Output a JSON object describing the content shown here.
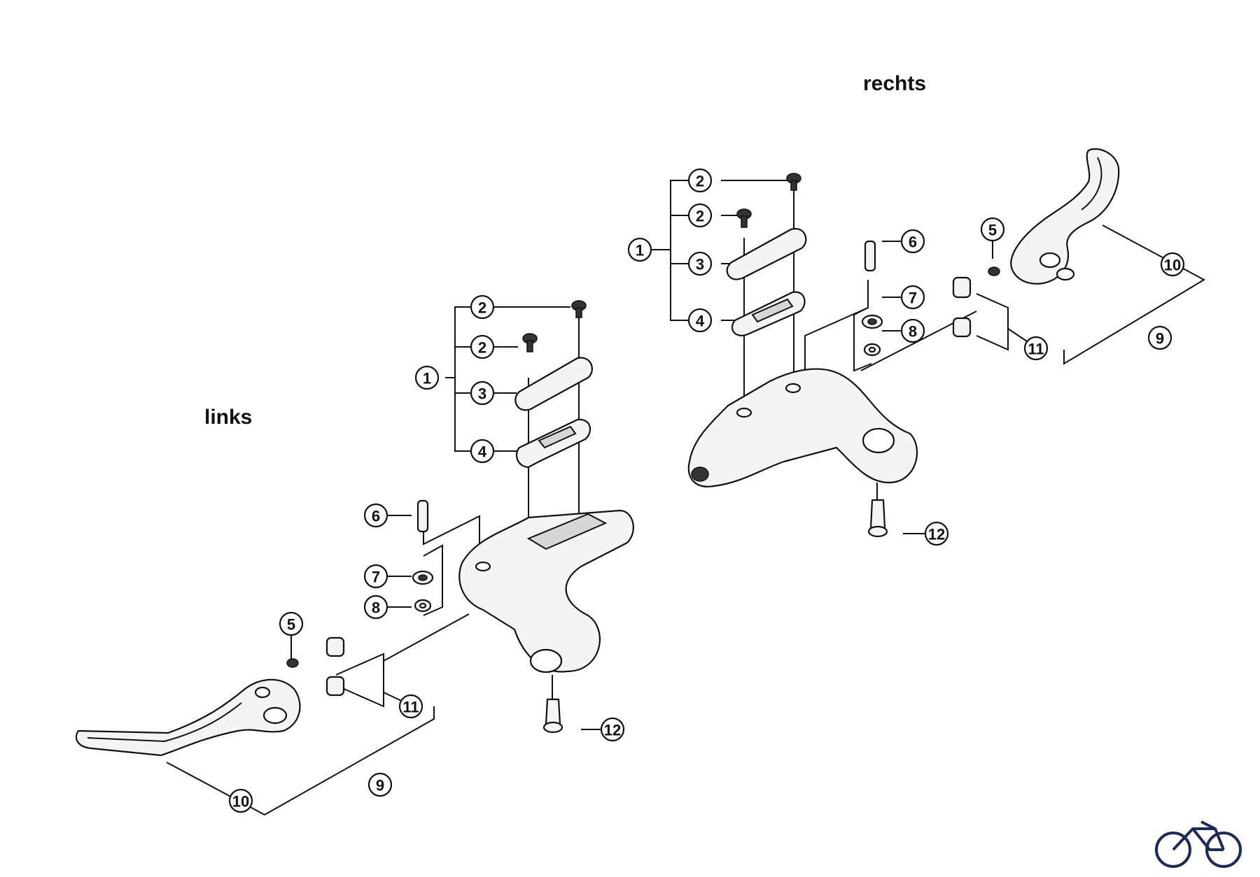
{
  "labels": {
    "left": "links",
    "right": "rechts"
  },
  "callouts": {
    "left": [
      "1",
      "2",
      "2",
      "3",
      "4",
      "6",
      "7",
      "8",
      "5",
      "11",
      "12",
      "9",
      "10"
    ],
    "right": [
      "1",
      "2",
      "2",
      "3",
      "4",
      "6",
      "7",
      "8",
      "5",
      "10",
      "11",
      "9",
      "12"
    ]
  },
  "logo": {
    "icon": "bicycle-logo-icon"
  }
}
